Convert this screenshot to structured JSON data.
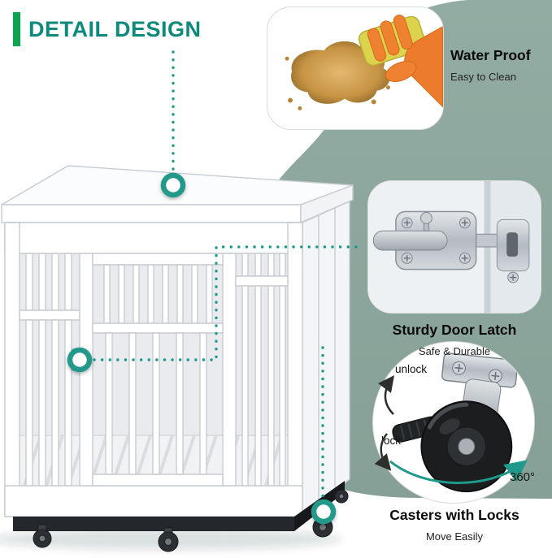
{
  "page": {
    "title": "DETAIL DESIGN"
  },
  "colors": {
    "accent_teal": "#0D8A7C",
    "accent_green": "#0AA64F",
    "sage_background": "#8CA69D",
    "dotted_connector": "#1F9A8A"
  },
  "callouts": [
    {
      "id": "waterproof",
      "title": "Water Proof",
      "subtitle": "Easy to Clean"
    },
    {
      "id": "door-latch",
      "title": "Sturdy Door Latch",
      "subtitle": "Safe & Durable"
    },
    {
      "id": "casters",
      "title": "Casters with Locks",
      "subtitle": "Move Easily",
      "annotations": {
        "unlock": "unlock",
        "lock": "lock",
        "rotation": "360°"
      }
    }
  ]
}
